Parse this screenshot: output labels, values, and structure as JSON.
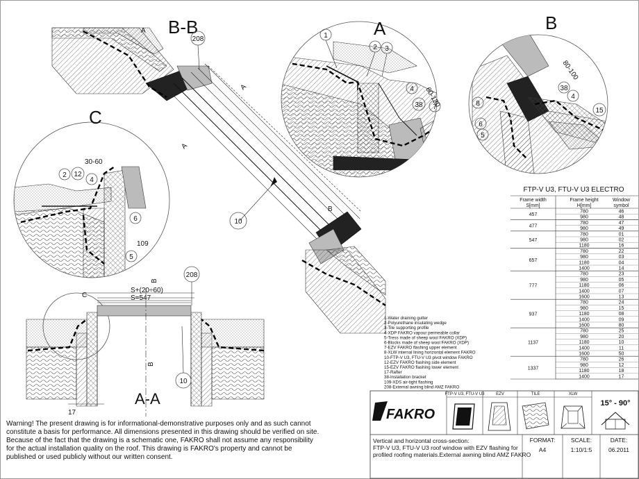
{
  "sections": {
    "bb_title": "B-B",
    "a_title": "A",
    "b_title": "B",
    "c_title": "C",
    "aa_title": "A-A",
    "a_marker": "A",
    "b_marker": "B",
    "c_marker": "C",
    "b_plan_marker": "B"
  },
  "callouts": {
    "bb_208": "208",
    "a_1": "1",
    "a_2": "2",
    "a_3": "3",
    "a_4": "4",
    "a_38": "38",
    "a_7": "7",
    "a_dim": "60-130",
    "b_dim": "80-100",
    "b_38": "38",
    "b_4": "4",
    "b_8": "8",
    "b_6": "6",
    "b_5": "5",
    "b_15": "15",
    "c_dim": "30-60",
    "c_2": "2",
    "c_12": "12",
    "c_4": "4",
    "c_6": "6",
    "c_109": "109",
    "c_5": "5",
    "center_10": "10",
    "aa_208": "208",
    "aa_10": "10",
    "aa_17": "17",
    "aa_dim1": "S+(20÷60)",
    "aa_dim2": "S=547"
  },
  "legend": [
    "1-Water draining gutter",
    "2-Polyurethane insulating wedge",
    "3-Tile supporting profile",
    "4-XDP FAKRO vapour permeable collar",
    "5-Tress made of sheep wool FAKRO (XDP)",
    "6-Blocks made of sheep wool FAKRO (XDP)",
    "7-EZV FAKRO flashing upper element",
    "8-XLW internal lining horizontal element FAKRO",
    "10-FTP-V U3, FTU-V U3 pivot window FAKRO",
    "12-EZV FAKRO flashing side element",
    "15-EZV FAKRO flashing lower element",
    "17-Rafter",
    "38-Installation bracket",
    "109-XDS air-tight flashing",
    "208-External awning blind AMZ FAKRO"
  ],
  "size_table": {
    "title": "FTP-V U3, FTU-V U3 ELECTRO",
    "headers": [
      "Frame width\nS[mm]",
      "Frame height\nH[mm]",
      "Window\nsymbol"
    ],
    "groups": [
      {
        "width": "457",
        "rows": [
          [
            "780",
            "46"
          ],
          [
            "980",
            "48"
          ]
        ]
      },
      {
        "width": "477",
        "rows": [
          [
            "780",
            "47"
          ],
          [
            "980",
            "49"
          ]
        ]
      },
      {
        "width": "547",
        "rows": [
          [
            "780",
            "01"
          ],
          [
            "980",
            "02"
          ],
          [
            "1180",
            "16"
          ]
        ]
      },
      {
        "width": "657",
        "rows": [
          [
            "780",
            "22"
          ],
          [
            "980",
            "03"
          ],
          [
            "1180",
            "04"
          ],
          [
            "1400",
            "14"
          ]
        ]
      },
      {
        "width": "777",
        "rows": [
          [
            "780",
            "23"
          ],
          [
            "980",
            "05"
          ],
          [
            "1180",
            "06"
          ],
          [
            "1400",
            "07"
          ],
          [
            "1600",
            "13"
          ]
        ]
      },
      {
        "width": "937",
        "rows": [
          [
            "780",
            "24"
          ],
          [
            "980",
            "15"
          ],
          [
            "1180",
            "08"
          ],
          [
            "1400",
            "09"
          ],
          [
            "1600",
            "80"
          ]
        ]
      },
      {
        "width": "1137",
        "rows": [
          [
            "780",
            "25"
          ],
          [
            "980",
            "20"
          ],
          [
            "1180",
            "10"
          ],
          [
            "1400",
            "11"
          ],
          [
            "1600",
            "50"
          ]
        ]
      },
      {
        "width": "1337",
        "rows": [
          [
            "780",
            "26"
          ],
          [
            "980",
            "12"
          ],
          [
            "1180",
            "18"
          ],
          [
            "1400",
            "17"
          ]
        ]
      }
    ]
  },
  "title_block": {
    "logo": "FAKRO",
    "col_labels": [
      "FTP-V U3, FTU-V U3",
      "EZV",
      "TILE",
      "XLW"
    ],
    "angle": "15° - 90°",
    "description": [
      "Vertical and horizontal cross-section:",
      "FTP-V U3, FTU-V U3 roof window with EZV flashing for",
      "profiled roofing materials.External awning blind AMZ FAKRO"
    ],
    "format_label": "FORMAT:",
    "format_value": "A4",
    "scale_label": "SCALE:",
    "scale_value": "1:10/1:5",
    "date_label": "DATE:",
    "date_value": "06.2011"
  },
  "warning": [
    "Warning! The present drawing is for informational-demonstrative purposes only and as such cannot",
    "constitute a basis for performance. All dimensions presented in this drawing should be verified on site.",
    "Because of the fact that the drawing is a schematic one, FAKRO shall not assume any responsibility",
    "for the actual installation quality on the roof. This drawing is FAKRO's property and cannot be",
    "published  or used publicly without our written consent."
  ]
}
